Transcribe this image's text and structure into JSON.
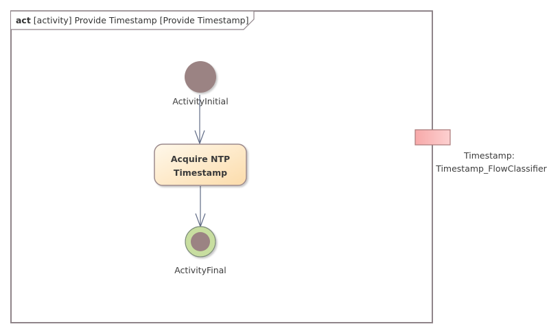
{
  "frame": {
    "keyword": "act",
    "title": " [activity] Provide Timestamp [Provide Timestamp]"
  },
  "nodes": {
    "initial_label": "ActivityInitial",
    "action_line1": "Acquire NTP",
    "action_line2": "Timestamp",
    "final_label": "ActivityFinal"
  },
  "parameter": {
    "name_line1": "Timestamp:",
    "name_line2": "Timestamp_FlowClassifier"
  },
  "colors": {
    "frame_border": "#8f8489",
    "node_fill": "#9b8383",
    "action_fill_top": "#fef6e8",
    "action_fill_bottom": "#fde0b3",
    "action_border": "#9c8a8c",
    "final_ring": "#c8dea0",
    "final_ring_border": "#7d8c7a",
    "edge": "#5f6a85",
    "param_fill": "#fab8b8",
    "param_border": "#a87878"
  }
}
